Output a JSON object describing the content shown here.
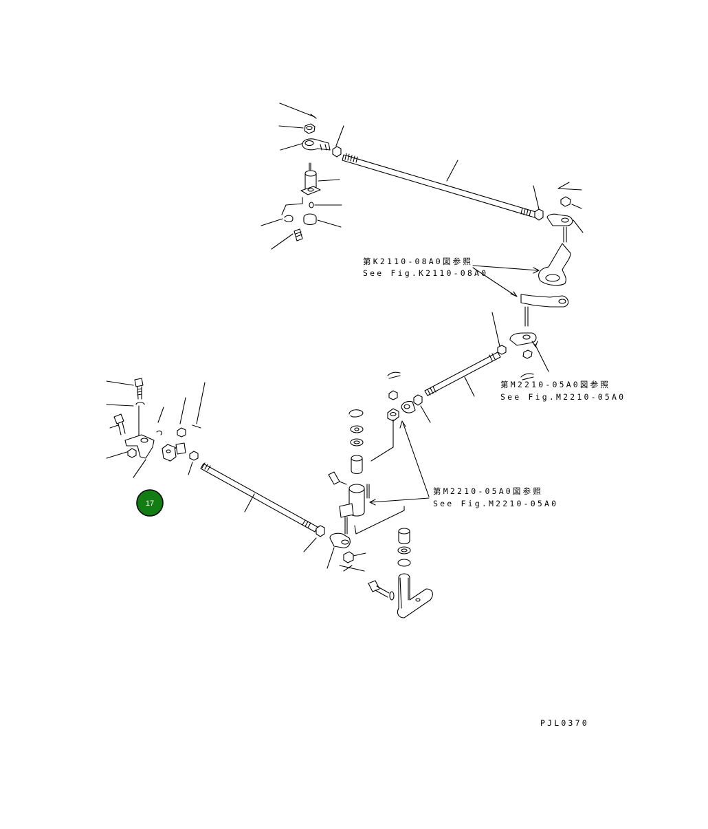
{
  "references": [
    {
      "jp": "第K2110-08A0図参照",
      "en": "See Fig.K2110-08A0"
    },
    {
      "jp": "第M2210-05A0図参照",
      "en": "See Fig.M2210-05A0"
    },
    {
      "jp": "第M2210-05A0図参照",
      "en": "See Fig.M2210-05A0"
    }
  ],
  "drawing_code": "PJL0370",
  "badge": {
    "label": "17",
    "color": "#127d12"
  }
}
